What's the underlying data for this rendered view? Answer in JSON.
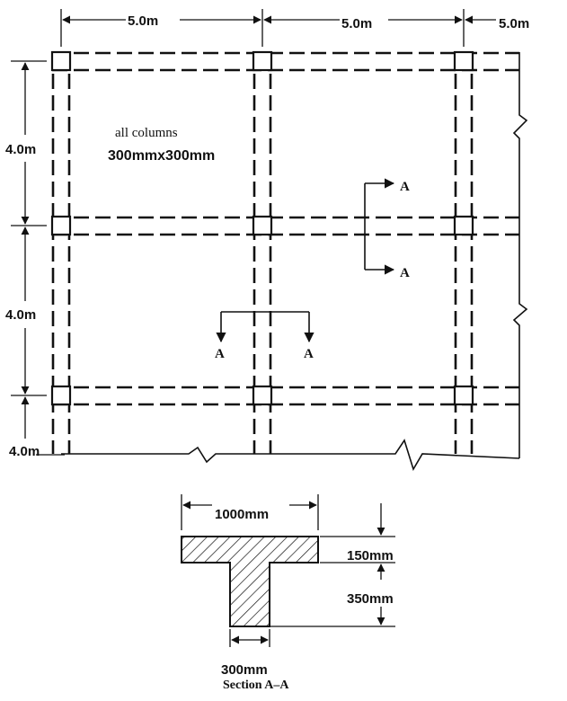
{
  "plan": {
    "dim_x": [
      "5.0m",
      "5.0m",
      "5.0m"
    ],
    "dim_y": [
      "4.0m",
      "4.0m",
      "4.0m"
    ],
    "note_line1": "all columns",
    "note_line2": "300mmx300mm",
    "section_markers": [
      "A",
      "A",
      "A",
      "A"
    ]
  },
  "section": {
    "flange_width": "1000mm",
    "flange_depth": "150mm",
    "web_depth": "350mm",
    "web_width": "300mm",
    "title": "Section A–A"
  }
}
